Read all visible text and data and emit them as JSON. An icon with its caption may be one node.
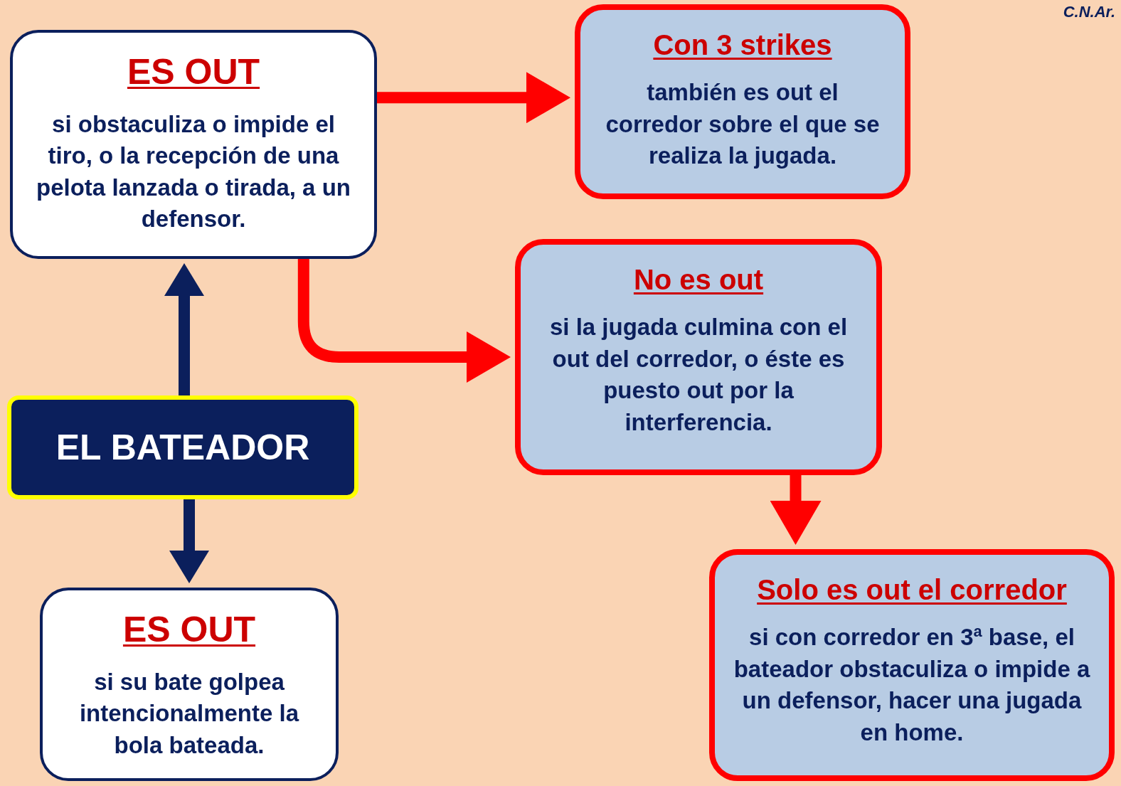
{
  "diagram": {
    "nodes": [
      {
        "text": [
          "EL BATEADOR"
        ]
      },
      {
        "text": [
          "ES OUT",
          "si obstaculiza o impide el tiro, o la recepción de una pelota lanzada o tirada, a un defensor."
        ]
      },
      {
        "text": [
          "Con 3 strikes",
          "también es out el corredor sobre el que se realiza la jugada."
        ]
      },
      {
        "text": [
          "No es out",
          "si la jugada culmina con el out del corredor, o éste es puesto out por la interferencia."
        ]
      },
      {
        "text": [
          "Solo es out el corredor",
          "si con corredor en 3ª base, el bateador obstaculiza o impide a un defensor, hacer una jugada en home."
        ]
      },
      {
        "text": [
          "ES OUT",
          "si su bate golpea intencionalmente la bola bateada."
        ]
      }
    ],
    "edges": [
      {
        "from": 0,
        "to": 1,
        "arrow": "to",
        "color": "#0b1f5c"
      },
      {
        "from": 0,
        "to": 5,
        "arrow": "to",
        "color": "#0b1f5c"
      },
      {
        "from": 1,
        "to": 2,
        "arrow": "to"
      },
      {
        "from": 1,
        "to": 3,
        "arrow": "to"
      },
      {
        "from": 3,
        "to": 4,
        "arrow": "to"
      }
    ],
    "labels": [
      "C.N.Ar."
    ]
  }
}
